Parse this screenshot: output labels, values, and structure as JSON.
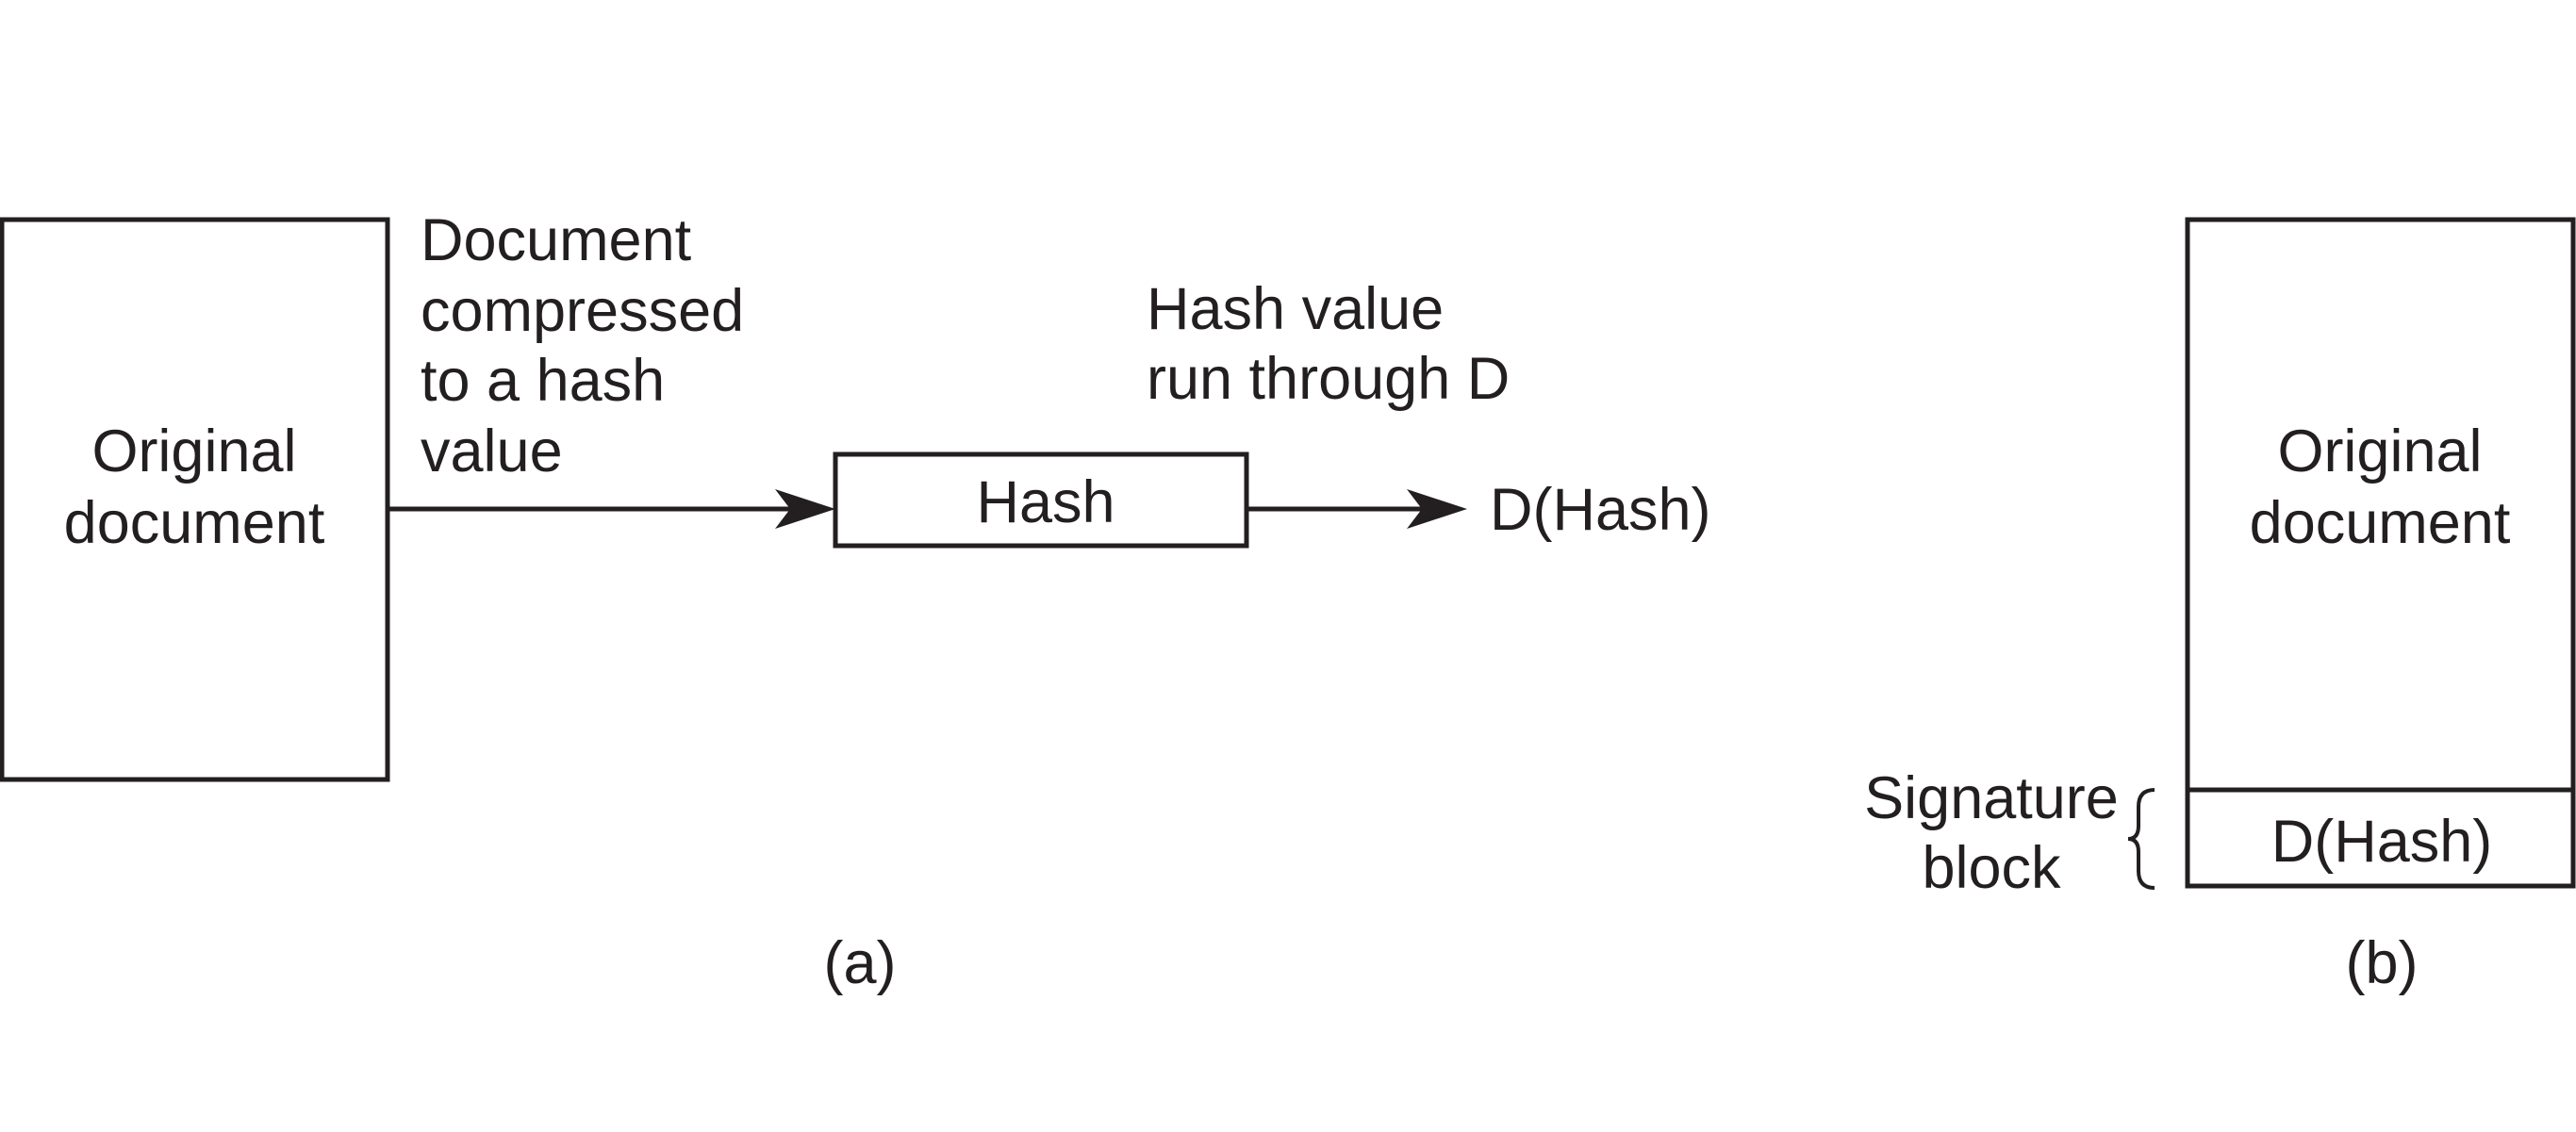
{
  "panel_a": {
    "doc_box": {
      "label_line1": "Original",
      "label_line2": "document"
    },
    "compress_note": {
      "line1": "Document",
      "line2": "compressed",
      "line3": "to a hash",
      "line4": "value"
    },
    "hash_box": {
      "label": "Hash"
    },
    "run_note": {
      "line1": "Hash value",
      "line2": "run through D"
    },
    "result": "D(Hash)",
    "caption": "(a)"
  },
  "panel_b": {
    "doc_box": {
      "label_line1": "Original",
      "label_line2": "document"
    },
    "signature_field": "D(Hash)",
    "signature_label": {
      "line1": "Signature",
      "line2": "block"
    },
    "caption": "(b)"
  }
}
